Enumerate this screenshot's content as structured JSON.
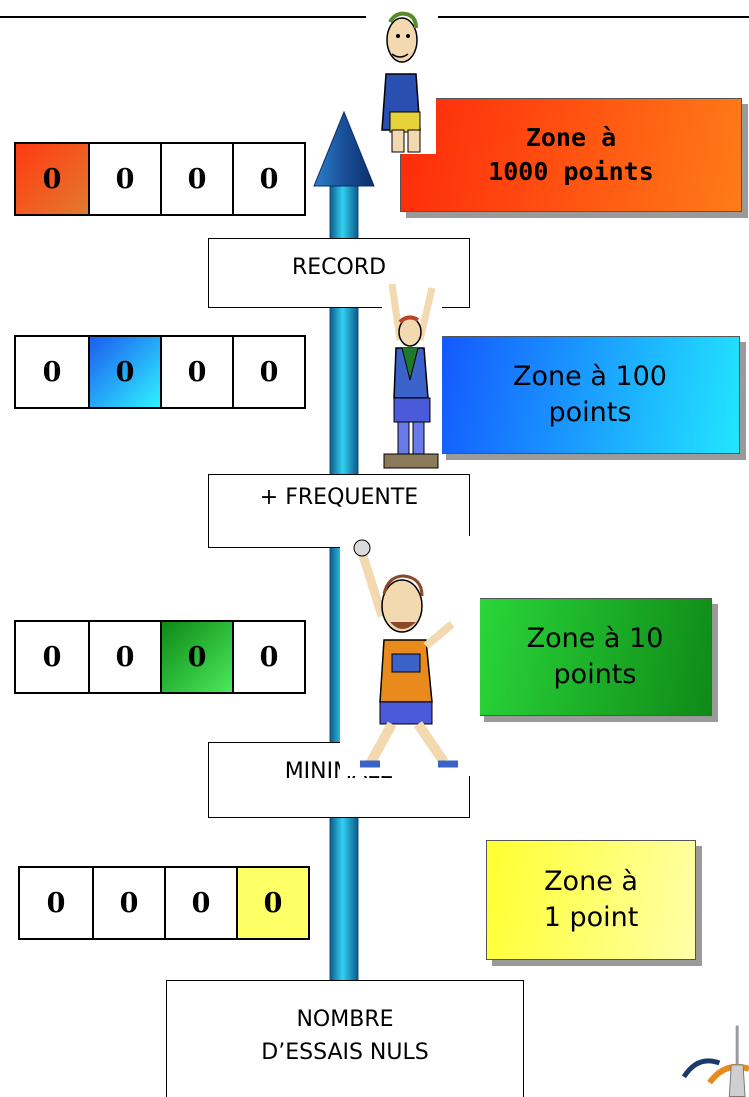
{
  "rows": [
    {
      "digits": [
        "0",
        "0",
        "0",
        "0"
      ],
      "highlight": 0,
      "color": "#e84a1c",
      "zone": {
        "line1": "Zone à",
        "line2": "1000 points",
        "bg": "linear-gradient(100deg,#ff2a0a,#ff7b18)"
      }
    },
    {
      "digits": [
        "0",
        "0",
        "0",
        "0"
      ],
      "highlight": 1,
      "color": "#2a7be8",
      "zone": {
        "line1": "Zone à 100",
        "line2": "points",
        "bg": "linear-gradient(100deg,#1458ff,#22e6ff)"
      }
    },
    {
      "digits": [
        "0",
        "0",
        "0",
        "0"
      ],
      "highlight": 2,
      "color": "#1a9a2a",
      "zone": {
        "line1": "Zone à 10",
        "line2": "points",
        "bg": "linear-gradient(100deg,#2ad63a,#0f8a17)"
      }
    },
    {
      "digits": [
        "0",
        "0",
        "0",
        "0"
      ],
      "highlight": 3,
      "color": "#ffff66",
      "zone": {
        "line1": "Zone à",
        "line2": "1 point",
        "bg": "linear-gradient(100deg,#ffff30,#ffffa8)"
      }
    }
  ],
  "levels": {
    "record": "RECORD",
    "frequente": "+ FREQUENTE",
    "minimale": "MINIMALE",
    "nombre_line1": "NOMBRE",
    "nombre_line2": "D’ESSAIS NULS"
  },
  "icons": [
    "athlete-standing-icon",
    "athlete-cheering-icon",
    "athlete-running-icon",
    "logo-icon"
  ]
}
